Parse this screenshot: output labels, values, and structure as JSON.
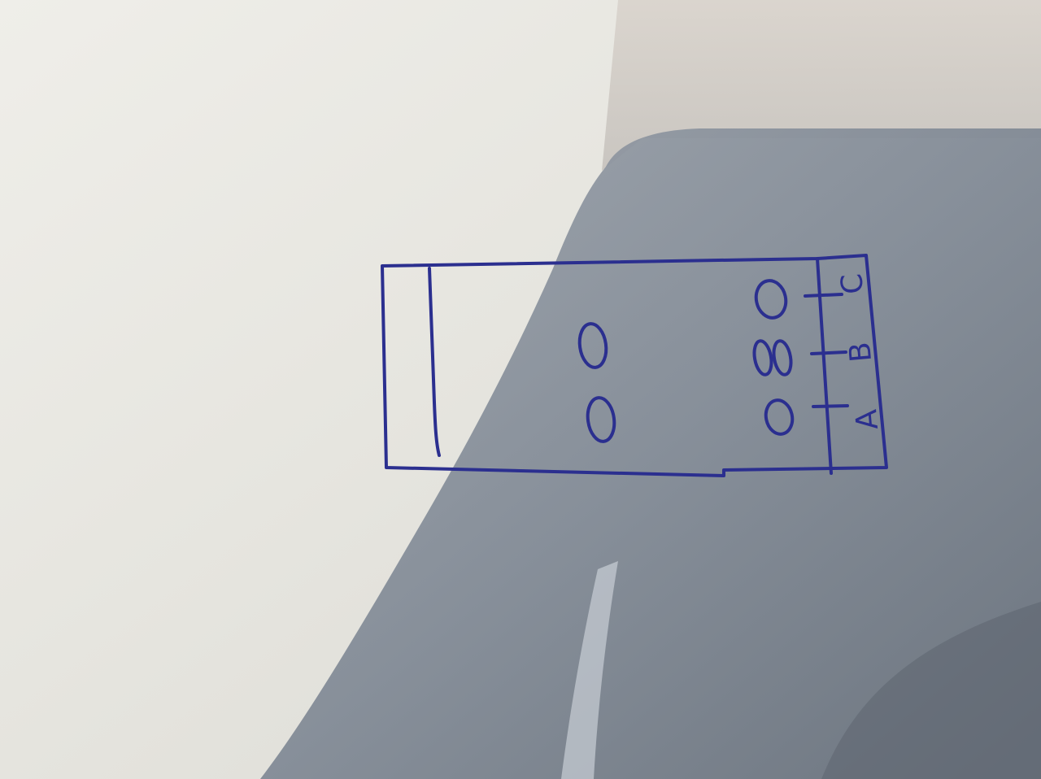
{
  "colors": {
    "ink": "#2b2f8f",
    "paper_light": "#ecebe6",
    "paper_mid": "#d8d6d0",
    "shadow": "#7c8592",
    "shadow_dark": "#5f6874"
  },
  "diagram": {
    "type": "thin-layer chromatography plate sketch",
    "lanes": [
      {
        "label": "C",
        "spots_at_origin": 1,
        "developed_spots": 0
      },
      {
        "label": "B",
        "spots_at_origin": 2,
        "developed_spots": 1
      },
      {
        "label": "A",
        "spots_at_origin": 1,
        "developed_spots": 1
      }
    ],
    "has_solvent_front_line": true,
    "has_origin_line": true
  }
}
